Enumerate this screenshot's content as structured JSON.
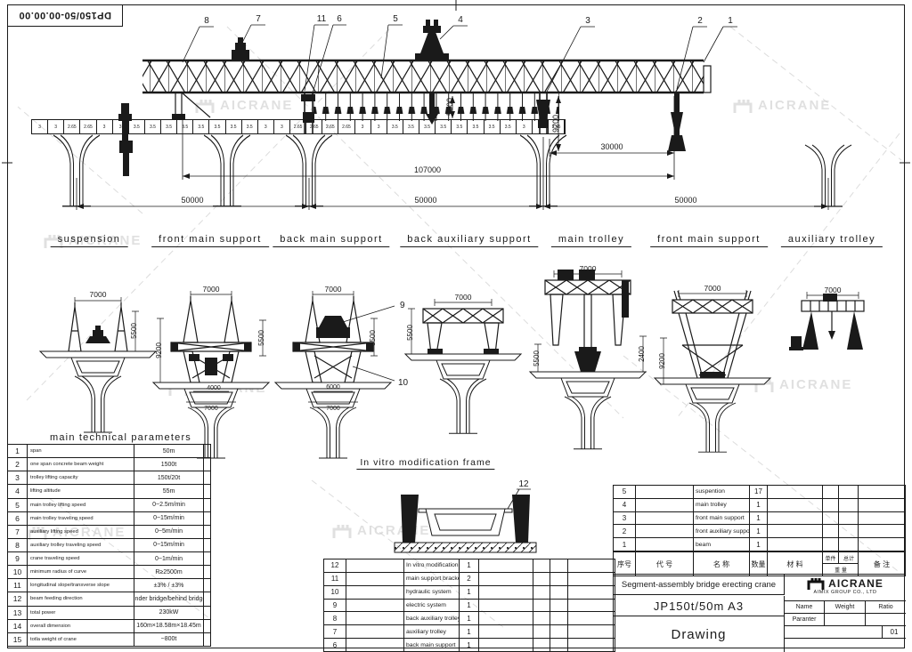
{
  "doc_number": "DP150/50-00.00.00",
  "watermark": {
    "brand": "AICRANE"
  },
  "callouts": {
    "c1": "1",
    "c2": "2",
    "c3": "3",
    "c4": "4",
    "c5": "5",
    "c6": "6",
    "c7": "7",
    "c8": "8",
    "c9": "9",
    "c10": "10",
    "c11": "11",
    "c12": "12"
  },
  "elevation": {
    "dims": {
      "height_5500": "5500",
      "height_9200": "9200",
      "span_30000": "30000",
      "span_107000": "107000",
      "span_50000_1": "50000",
      "span_50000_2": "50000",
      "span_50000_3": "50000"
    },
    "beam_segments": [
      "3",
      "3",
      "2.65",
      "2.65",
      "3",
      "3",
      "3.5",
      "3.5",
      "3.5",
      "3.5",
      "3.5",
      "3.5",
      "3.5",
      "3.5",
      "3",
      "3",
      "2.65",
      "2.65",
      "2.65",
      "2.65",
      "3",
      "3",
      "3.5",
      "3.5",
      "3.5",
      "3.5",
      "3.5",
      "3.5",
      "3.5",
      "3.5",
      "3",
      "3",
      "2.65"
    ]
  },
  "sections": [
    {
      "label": "suspension",
      "dim_top": "7000",
      "dim_right": "5500"
    },
    {
      "label": "front main support",
      "dim_top": "7000",
      "dim_left": "9200",
      "dim_right": "5500",
      "dim_b1": "4000",
      "dim_b2": "7000"
    },
    {
      "label": "back main support",
      "dim_top": "7000",
      "dim_right": "5500",
      "dim_b1": "6000",
      "dim_b2": "7000"
    },
    {
      "label": "back auxiliary support",
      "dim_top": "7000",
      "dim_left": "5500"
    },
    {
      "label": "main trolley",
      "dim_top": "7000",
      "dim_left": "5500"
    },
    {
      "label": "front main support",
      "dim_top": "7000",
      "dim_left": "9200",
      "dim_left2": "2400"
    },
    {
      "label": "auxiliary trolley",
      "dim_top": "7000"
    }
  ],
  "params_table": {
    "title": "main technical parameters",
    "rows": [
      {
        "no": "1",
        "name": "span",
        "value": "50m"
      },
      {
        "no": "2",
        "name": "one span concrete beam weight",
        "value": "1500t"
      },
      {
        "no": "3",
        "name": "trolley lifting capacity",
        "value": "150t/20t"
      },
      {
        "no": "4",
        "name": "lifting altitude",
        "value": "55m"
      },
      {
        "no": "5",
        "name": "main trolley lifting speed",
        "value": "0~2.5m/min"
      },
      {
        "no": "6",
        "name": "main trolley traveling speed",
        "value": "0~15m/min"
      },
      {
        "no": "7",
        "name": "auxiliary lifting speed",
        "value": "0~5m/min"
      },
      {
        "no": "8",
        "name": "auxiliary trolley traveling speed",
        "value": "0~15m/min"
      },
      {
        "no": "9",
        "name": "crane traveling speed",
        "value": "0~1m/min"
      },
      {
        "no": "10",
        "name": "minimum radius of curve",
        "value": "R≥2500m"
      },
      {
        "no": "11",
        "name": "longitudinal slope/transverse slope",
        "value": "±3% / ±3%"
      },
      {
        "no": "12",
        "name": "beam feeding direction",
        "value": "under bridge/behind bridge"
      },
      {
        "no": "13",
        "name": "total power",
        "value": "230kW"
      },
      {
        "no": "14",
        "name": "overall dimension",
        "value": "160m×18.58m×18.45m"
      },
      {
        "no": "15",
        "name": "totla weight of crane",
        "value": "~800t"
      }
    ]
  },
  "invitro_label": "In vitro modification frame",
  "bom_mid": {
    "rows": [
      {
        "no": "12",
        "name": "In vitro modification frame",
        "qty": "1"
      },
      {
        "no": "11",
        "name": "main support bracket",
        "qty": "2"
      },
      {
        "no": "10",
        "name": "hydraulic system",
        "qty": "1"
      },
      {
        "no": "9",
        "name": "electric system",
        "qty": "1"
      },
      {
        "no": "8",
        "name": "back auxiliary trolley",
        "qty": "1"
      },
      {
        "no": "7",
        "name": "auxiliary trolley",
        "qty": "1"
      },
      {
        "no": "6",
        "name": "back main support",
        "qty": "1"
      }
    ]
  },
  "bom_right": {
    "rows": [
      {
        "no": "5",
        "name": "suspention",
        "qty": "17"
      },
      {
        "no": "4",
        "name": "main trolley",
        "qty": "1"
      },
      {
        "no": "3",
        "name": "front main support",
        "qty": "1"
      },
      {
        "no": "2",
        "name": "front auxiliary support",
        "qty": "1"
      },
      {
        "no": "1",
        "name": "beam",
        "qty": "1"
      }
    ],
    "header": {
      "no": "序号",
      "code": "代 号",
      "name": "名 称",
      "qty": "数量",
      "material": "材 料",
      "unit": "单件",
      "total": "总计",
      "weight": "重 量",
      "remarks": "备 注"
    }
  },
  "title_block": {
    "project": "Segment-assembly bridge erecting crane",
    "model": "JP150t/50m A3",
    "stage": "Drawing",
    "brand": "AICRANE",
    "company": "AIMIX GROUP CO., LTD",
    "name_label": "Name",
    "weight_label": "Weight",
    "ratio_label": "Ratio",
    "param_label": "Paranter",
    "sheet": "01"
  }
}
